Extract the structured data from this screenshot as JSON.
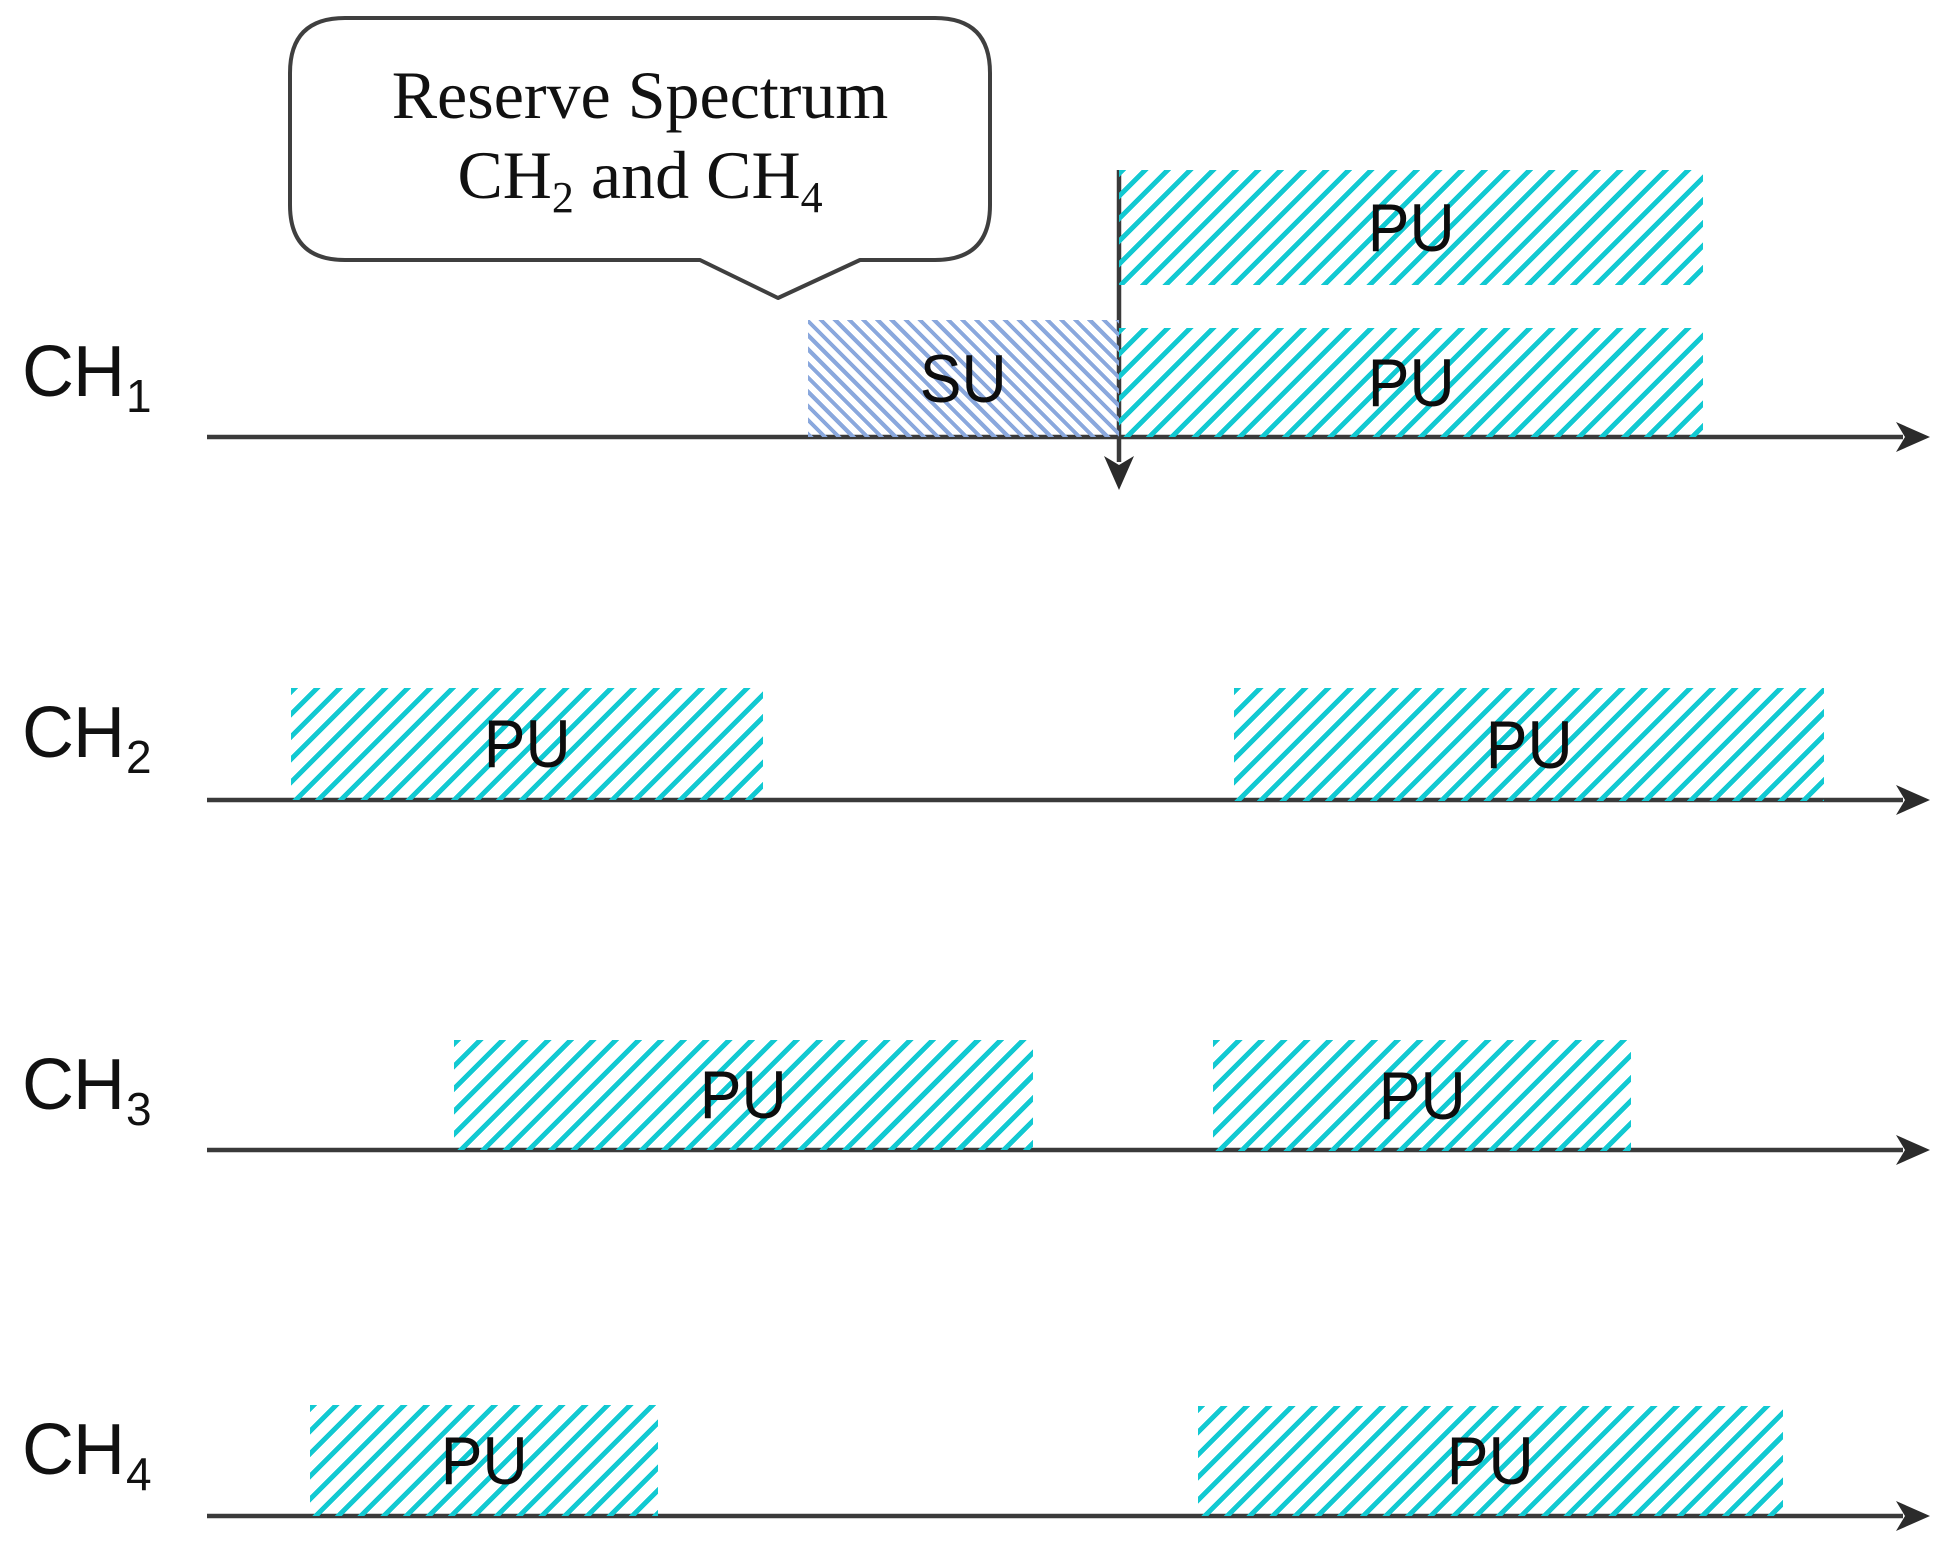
{
  "figure": {
    "callout": {
      "line1": "Reserve Spectrum",
      "line2_ch_a": "CH",
      "line2_sub_a": "2",
      "line2_mid": " and ",
      "line2_ch_b": "CH",
      "line2_sub_b": "4"
    },
    "channels": [
      {
        "name": "CH",
        "sub": "1",
        "blocks": [
          {
            "kind": "su",
            "label": "SU"
          },
          {
            "kind": "pu",
            "label": "PU"
          },
          {
            "kind": "pu",
            "label": "PU"
          }
        ]
      },
      {
        "name": "CH",
        "sub": "2",
        "blocks": [
          {
            "kind": "pu",
            "label": "PU"
          },
          {
            "kind": "pu",
            "label": "PU"
          }
        ]
      },
      {
        "name": "CH",
        "sub": "3",
        "blocks": [
          {
            "kind": "pu",
            "label": "PU"
          },
          {
            "kind": "pu",
            "label": "PU"
          }
        ]
      },
      {
        "name": "CH",
        "sub": "4",
        "blocks": [
          {
            "kind": "pu",
            "label": "PU"
          },
          {
            "kind": "pu",
            "label": "PU"
          }
        ]
      }
    ],
    "colors": {
      "pu_hatch": "#12c9d2",
      "su_hatch": "#8aa8dd",
      "axis": "#3a3a3a",
      "text": "#111111"
    }
  }
}
